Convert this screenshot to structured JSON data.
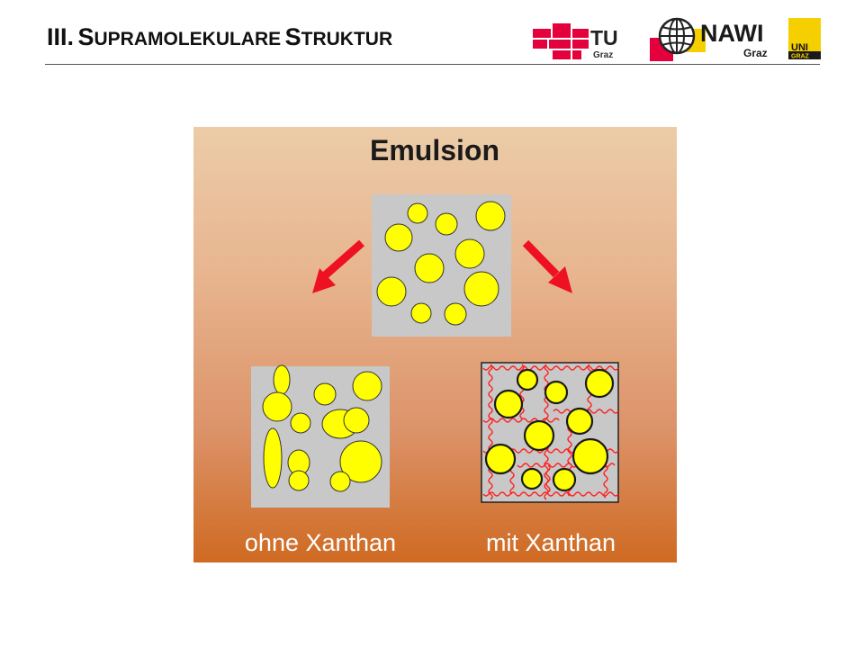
{
  "slide": {
    "title_number": "III.",
    "title_words": [
      {
        "first": "S",
        "rest": "UPRAMOLEKULARE"
      },
      {
        "first": "S",
        "rest": "TRUKTUR"
      }
    ]
  },
  "logos": {
    "tu": {
      "main": "TU",
      "sub": "Graz"
    },
    "nawi": {
      "main": "NAWI",
      "sub": "Graz"
    },
    "uni": {
      "top": "UNI",
      "bottom": "GRAZ"
    }
  },
  "figure": {
    "heading": "Emulsion",
    "caption_left": "ohne Xanthan",
    "caption_right": "mit Xanthan"
  },
  "colors": {
    "droplet": "#ffff00",
    "arrow": "#ee1122",
    "network": "#ff2020",
    "panel": "#c8c8c8",
    "tu_red": "#e4003c",
    "uni_yellow": "#f6cf00"
  }
}
